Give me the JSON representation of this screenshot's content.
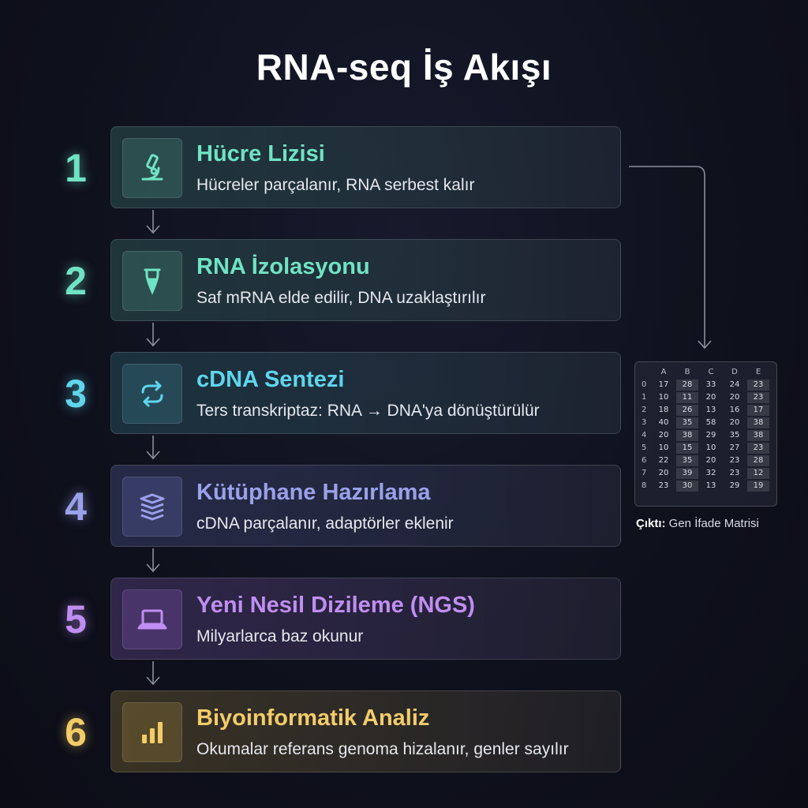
{
  "title": "RNA-seq İş Akışı",
  "steps": [
    {
      "number": "1",
      "title": "Hücre Lizisi",
      "description": "Hücreler parçalanır, RNA serbest kalır",
      "icon": "microscope-icon",
      "color": "#6fe3c3"
    },
    {
      "number": "2",
      "title": "RNA İzolasyonu",
      "description": "Saf mRNA elde edilir, DNA uzaklaştırılır",
      "icon": "test-tube-icon",
      "color": "#6fe3c3"
    },
    {
      "number": "3",
      "title": "cDNA Sentezi",
      "description": "Ters transkriptaz: RNA → DNA'ya dönüştürülür",
      "icon": "cycle-arrows-icon",
      "color": "#5fd6ec"
    },
    {
      "number": "4",
      "title": "Kütüphane Hazırlama",
      "description": "cDNA parçalanır, adaptörler eklenir",
      "icon": "book-stack-icon",
      "color": "#9aa1ea"
    },
    {
      "number": "5",
      "title": "Yeni Nesil Dizileme (NGS)",
      "description": "Milyarlarca baz okunur",
      "icon": "laptop-icon",
      "color": "#c08ef2"
    },
    {
      "number": "6",
      "title": "Biyoinformatik Analiz",
      "description": "Okumalar referans genoma hizalanır, genler sayılır",
      "icon": "bar-chart-icon",
      "color": "#f3cc6a"
    }
  ],
  "matrix": {
    "columns": [
      "A",
      "B",
      "C",
      "D",
      "E"
    ],
    "rows": [
      {
        "label": "0",
        "values": [
          "17",
          "28",
          "33",
          "24",
          "23"
        ]
      },
      {
        "label": "1",
        "values": [
          "10",
          "11",
          "20",
          "20",
          "23"
        ]
      },
      {
        "label": "2",
        "values": [
          "18",
          "26",
          "13",
          "16",
          "17"
        ]
      },
      {
        "label": "3",
        "values": [
          "40",
          "35",
          "58",
          "20",
          "38"
        ]
      },
      {
        "label": "4",
        "values": [
          "20",
          "38",
          "29",
          "35",
          "38"
        ]
      },
      {
        "label": "5",
        "values": [
          "10",
          "15",
          "10",
          "27",
          "23"
        ]
      },
      {
        "label": "6",
        "values": [
          "22",
          "35",
          "20",
          "23",
          "28"
        ]
      },
      {
        "label": "7",
        "values": [
          "20",
          "39",
          "32",
          "23",
          "12"
        ]
      },
      {
        "label": "8",
        "values": [
          "23",
          "30",
          "13",
          "29",
          "19"
        ]
      }
    ],
    "caption_label": "Çıktı:",
    "caption_text": "Gen İfade Matrisi"
  }
}
